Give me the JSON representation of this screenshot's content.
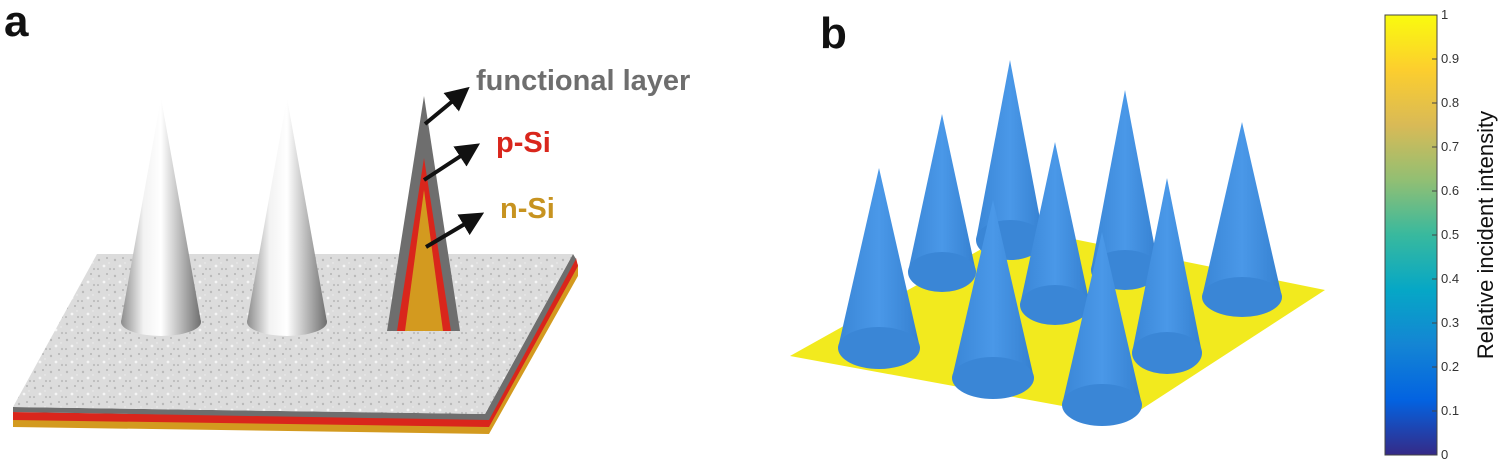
{
  "panel_a": {
    "letter": "a",
    "labels": {
      "functional_layer": "functional layer",
      "p_si": "p-Si",
      "n_si": "n-Si"
    },
    "colors": {
      "functional_layer": "#6e6e6e",
      "p_si": "#d9261c",
      "n_si": "#d39a1f",
      "substrate": "#d8d8d8"
    }
  },
  "panel_b": {
    "letter": "b",
    "colors": {
      "cones": "#3d8ee0",
      "plane": "#f2ea1e"
    },
    "colorbar": {
      "label": "Relative incident intensity",
      "ticks": [
        "0",
        "0.1",
        "0.2",
        "0.3",
        "0.4",
        "0.5",
        "0.6",
        "0.7",
        "0.8",
        "0.9",
        "1"
      ],
      "min": 0,
      "max": 1,
      "colormap": "parula",
      "stops": [
        "#352a87",
        "#0363e1",
        "#1485d4",
        "#06a7c6",
        "#38b99e",
        "#92bf73",
        "#d9ba56",
        "#fcce2e",
        "#f9fb0e"
      ]
    }
  }
}
